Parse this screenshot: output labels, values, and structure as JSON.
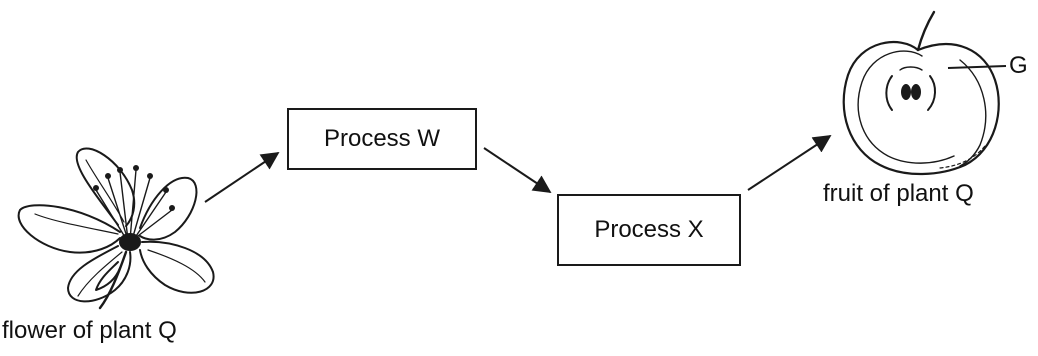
{
  "process_w": "Process W",
  "process_x": "Process X",
  "flower_label": "flower of plant Q",
  "fruit_label": "fruit of plant Q",
  "part_label": "G"
}
